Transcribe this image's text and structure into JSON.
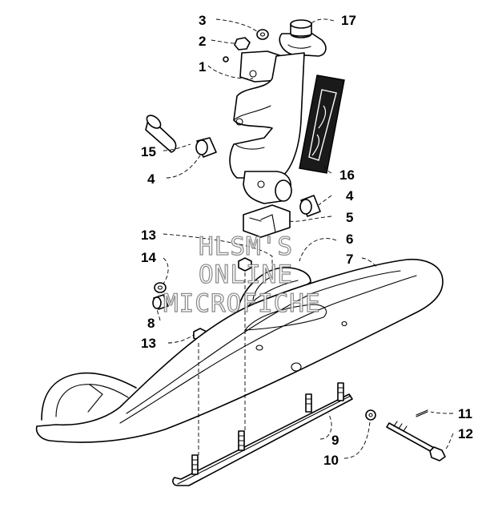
{
  "callouts": [
    {
      "id": "c1",
      "label": "1"
    },
    {
      "id": "c2",
      "label": "2"
    },
    {
      "id": "c3",
      "label": "3"
    },
    {
      "id": "c4a",
      "label": "4"
    },
    {
      "id": "c4b",
      "label": "4"
    },
    {
      "id": "c5",
      "label": "5"
    },
    {
      "id": "c6",
      "label": "6"
    },
    {
      "id": "c7",
      "label": "7"
    },
    {
      "id": "c8",
      "label": "8"
    },
    {
      "id": "c9",
      "label": "9"
    },
    {
      "id": "c10",
      "label": "10"
    },
    {
      "id": "c11",
      "label": "11"
    },
    {
      "id": "c12",
      "label": "12"
    },
    {
      "id": "c13a",
      "label": "13"
    },
    {
      "id": "c13b",
      "label": "13"
    },
    {
      "id": "c14",
      "label": "14"
    },
    {
      "id": "c15",
      "label": "15"
    },
    {
      "id": "c16",
      "label": "16"
    },
    {
      "id": "c17",
      "label": "17"
    }
  ],
  "watermark": {
    "line1": "HLSM'S",
    "line2": "ONLINE",
    "line3": "MICROFICHE"
  },
  "colors": {
    "ink": "#000000",
    "paper": "#ffffff",
    "watermark_outline": "#7a7a7a"
  }
}
